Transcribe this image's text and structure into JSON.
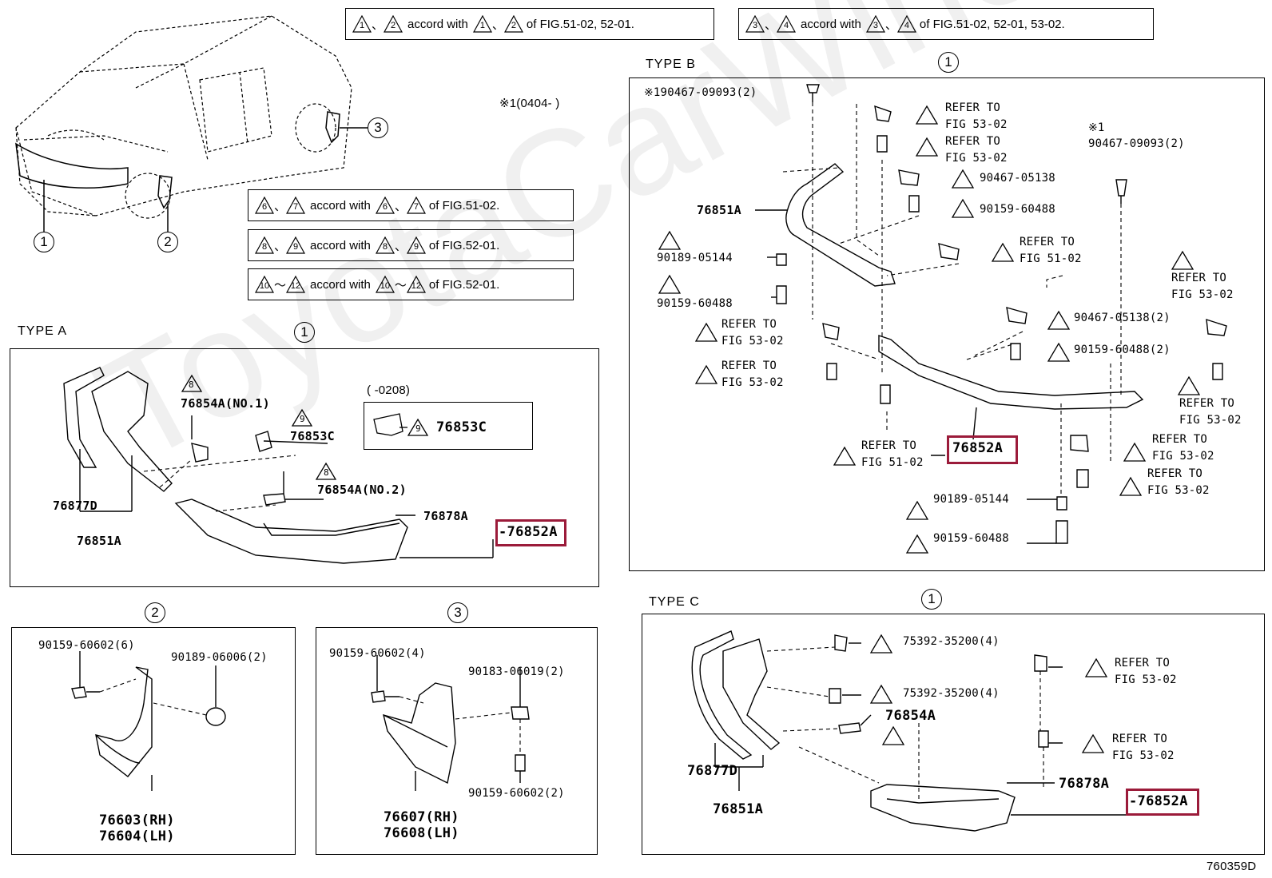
{
  "notes": {
    "n1": {
      "a": "1",
      "b": "2",
      "text1": "accord with",
      "c": "1",
      "d": "2",
      "text2": "of FIG.51-02, 52-01."
    },
    "n2": {
      "a": "3",
      "b": "4",
      "text1": "accord with",
      "c": "3",
      "d": "4",
      "text2": "of FIG.51-02, 52-01, 53-02."
    },
    "n3": {
      "a": "6",
      "b": "7",
      "text1": "accord with",
      "c": "6",
      "d": "7",
      "text2": "of FIG.51-02."
    },
    "n4": {
      "a": "8",
      "b": "9",
      "text1": "accord with",
      "c": "8",
      "d": "9",
      "text2": "of FIG.52-01."
    },
    "n5": {
      "a": "10",
      "b": "12",
      "text1": "accord with",
      "c": "10",
      "d": "12",
      "text2": "of FIG.52-01."
    }
  },
  "sep_comma": "、",
  "sep_tilde": "～",
  "date_note": "※1(0404-     )",
  "overview": {
    "c1": "1",
    "c2": "2",
    "c3": "3"
  },
  "typeA": {
    "title": "TYPE A",
    "circle": "1",
    "p76877D": "76877D",
    "p76851A": "76851A",
    "p76854A_1": "76854A(NO.1)",
    "p76853C": "76853C",
    "p76854A_2": "76854A(NO.2)",
    "p76878A": "76878A",
    "p76852A": "-76852A",
    "inset_date": "(     -0208)",
    "inset_part": "76853C",
    "t8a": "8",
    "t9a": "9",
    "t8b": "8",
    "t9b": "9"
  },
  "typeB": {
    "title": "TYPE B",
    "circle": "1",
    "clip_top": "※190467-09093(2)",
    "star1": "※1",
    "clip_r": "90467-09093(2)",
    "p76851A": "76851A",
    "p76852A": "76852A",
    "r4a": [
      "REFER TO",
      "FIG 53-02"
    ],
    "r3a": [
      "REFER TO",
      "FIG 53-02"
    ],
    "n6a": "90467-05138",
    "n7a": "90159-60488",
    "r2": [
      "REFER TO",
      "FIG 51-02"
    ],
    "n11a": "90189-05144",
    "n12a": "90159-60488",
    "r4b": [
      "REFER TO",
      "FIG 53-02"
    ],
    "r3b": [
      "REFER TO",
      "FIG 53-02"
    ],
    "n6b": "90467-05138(2)",
    "n7b": "90159-60488(2)",
    "r4c": [
      "REFER TO",
      "FIG 53-02"
    ],
    "r3c": [
      "REFER TO",
      "FIG 53-02"
    ],
    "r1": [
      "REFER TO",
      "FIG 51-02"
    ],
    "r4d": [
      "REFER TO",
      "FIG 53-02"
    ],
    "r3d": [
      "REFER TO",
      "FIG 53-02"
    ],
    "n11b": "90189-05144",
    "n12b": "90159-60488"
  },
  "box2": {
    "circle": "2",
    "n1": "90159-60602(6)",
    "n2": "90189-06006(2)",
    "rh": "76603(RH)",
    "lh": "76604(LH)"
  },
  "box3": {
    "circle": "3",
    "n1": "90159-60602(4)",
    "n2": "90183-06019(2)",
    "n3": "90159-60602(2)",
    "rh": "76607(RH)",
    "lh": "76608(LH)"
  },
  "typeC": {
    "title": "TYPE C",
    "circle": "1",
    "n10a": "75392-35200(4)",
    "n10b": "75392-35200(4)",
    "p76854A": "76854A",
    "r3": [
      "REFER TO",
      "FIG 53-02"
    ],
    "r4": [
      "REFER TO",
      "FIG 53-02"
    ],
    "p76877D": "76877D",
    "p76851A": "76851A",
    "p76878A": "76878A",
    "p76852A": "-76852A"
  },
  "figure_code": "760359D",
  "watermark": "ToyotaCarWine.ru",
  "colors": {
    "highlight": "#9b1b3a",
    "line": "#000000"
  }
}
